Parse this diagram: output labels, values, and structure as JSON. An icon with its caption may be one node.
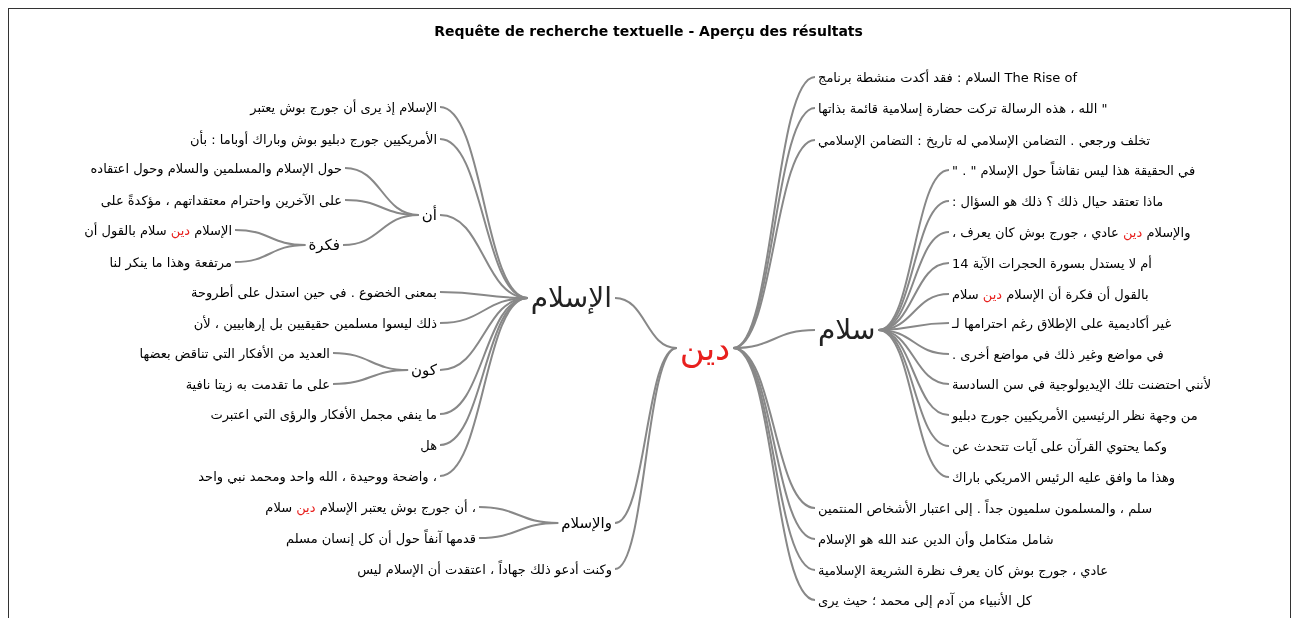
{
  "diagram": {
    "title": "Requête de recherche textuelle - Aperçu des résultats",
    "nodes": [
      {
        "text": [
          "دين"
        ]
      },
      {
        "text": [
          "الإسلام"
        ]
      },
      {
        "text": [
          "الإسلام إذ يرى أن جورج بوش يعتبر"
        ]
      },
      {
        "text": [
          "الأمريكيين جورج دبليو بوش وباراك أوباما : بأن"
        ]
      },
      {
        "text": [
          "أن"
        ]
      },
      {
        "text": [
          "حول الإسلام والمسلمين والسلام وحول اعتقاده"
        ]
      },
      {
        "text": [
          "على الآخرين واحترام معتقداتهم ، مؤكدةً على"
        ]
      },
      {
        "text": [
          "فكرة"
        ]
      },
      {
        "text": [
          "الإسلام دين سلام بالقول أن"
        ]
      },
      {
        "text": [
          "مرتفعة وهذا ما ينكر لنا"
        ]
      },
      {
        "text": [
          "بمعنى الخضوع . في حين استدل على أطروحة"
        ]
      },
      {
        "text": [
          "ذلك ليسوا مسلمين حقيقيين بل إرهابيين ، لأن"
        ]
      },
      {
        "text": [
          "كون"
        ]
      },
      {
        "text": [
          "العديد من الأفكار التي تناقض بعضها"
        ]
      },
      {
        "text": [
          "على ما تقدمت به زيتا نافية"
        ]
      },
      {
        "text": [
          "ما ينفي مجمل الأفكار والرؤى التي اعتبرت"
        ]
      },
      {
        "text": [
          "هل"
        ]
      },
      {
        "text": [
          "، واضحة ووحيدة ، الله واحد ومحمد نبي واحد"
        ]
      },
      {
        "text": [
          "والإسلام"
        ]
      },
      {
        "text": [
          "، أن جورج بوش يعتبر الإسلام دين سلام"
        ]
      },
      {
        "text": [
          "قدمها آنفاً حول أن كل إنسان مسلم"
        ]
      },
      {
        "text": [
          "وكنت أدعو ذلك جهاداً ، اعتقدت أن الإسلام ليس"
        ]
      },
      {
        "text": [
          "The Rise of السلام : فقد أكدت منشطة برنامج"
        ]
      },
      {
        "text": [
          "\" الله ، هذه الرسالة تركت حضارة إسلامية قائمة بذاتها"
        ]
      },
      {
        "text": [
          "تخلف ورجعي . التضامن الإسلامي له تاريخ : التضامن الإسلامي"
        ]
      },
      {
        "text": [
          "سلام"
        ]
      },
      {
        "text": [
          "في الحقيقة هذا ليس نقاشاً حول الإسلام \" . \""
        ]
      },
      {
        "text": [
          "ماذا تعتقد حيال ذلك ؟ ذلك هو السؤال :"
        ]
      },
      {
        "text": [
          "والإسلام دين عادي ، جورج بوش كان يعرف ،"
        ]
      },
      {
        "text": [
          "أم لا يستدل بسورة الحجرات الآية 14"
        ]
      },
      {
        "text": [
          "بالقول أن فكرة أن الإسلام دين سلام"
        ]
      },
      {
        "text": [
          "غير أكاديمية على الإطلاق رغم احترامها لـ"
        ]
      },
      {
        "text": [
          "في مواضع وغير ذلك في مواضع أخرى ."
        ]
      },
      {
        "text": [
          "لأنني احتضنت تلك الإيديولوجية في سن السادسة"
        ]
      },
      {
        "text": [
          "من وجهة نظر الرئيسين الأمريكيين جورج دبليو"
        ]
      },
      {
        "text": [
          "وكما يحتوي القرآن على آيات تتحدث عن"
        ]
      },
      {
        "text": [
          "وهذا ما وافق عليه الرئيس الامريكي باراك"
        ]
      },
      {
        "text": [
          "سلم ، والمسلمون سلميون جداً . إلى اعتبار الأشخاص المنتمين"
        ]
      },
      {
        "text": [
          "شامل متكامل وأن الدين عند الله هو الإسلام"
        ]
      },
      {
        "text": [
          "عادي ، جورج بوش كان يعرف نظرة الشريعة الإسلامية"
        ]
      },
      {
        "text": [
          "كل الأنبياء من آدم إلى محمد ؛ حيث يرى"
        ]
      }
    ],
    "edges": [
      {
        "from": 0,
        "to": 1,
        "arrow": "none"
      },
      {
        "from": 1,
        "to": 2,
        "arrow": "none"
      },
      {
        "from": 1,
        "to": 3,
        "arrow": "none"
      },
      {
        "from": 1,
        "to": 4,
        "arrow": "none"
      },
      {
        "from": 4,
        "to": 5,
        "arrow": "none"
      },
      {
        "from": 4,
        "to": 6,
        "arrow": "none"
      },
      {
        "from": 4,
        "to": 7,
        "arrow": "none"
      },
      {
        "from": 7,
        "to": 8,
        "arrow": "none"
      },
      {
        "from": 7,
        "to": 9,
        "arrow": "none"
      },
      {
        "from": 1,
        "to": 10,
        "arrow": "none"
      },
      {
        "from": 1,
        "to": 11,
        "arrow": "none"
      },
      {
        "from": 1,
        "to": 12,
        "arrow": "none"
      },
      {
        "from": 12,
        "to": 13,
        "arrow": "none"
      },
      {
        "from": 12,
        "to": 14,
        "arrow": "none"
      },
      {
        "from": 1,
        "to": 15,
        "arrow": "none"
      },
      {
        "from": 1,
        "to": 16,
        "arrow": "none"
      },
      {
        "from": 1,
        "to": 17,
        "arrow": "none"
      },
      {
        "from": 0,
        "to": 18,
        "arrow": "none"
      },
      {
        "from": 18,
        "to": 19,
        "arrow": "none"
      },
      {
        "from": 18,
        "to": 20,
        "arrow": "none"
      },
      {
        "from": 0,
        "to": 21,
        "arrow": "none"
      },
      {
        "from": 0,
        "to": 22,
        "arrow": "none"
      },
      {
        "from": 0,
        "to": 23,
        "arrow": "none"
      },
      {
        "from": 0,
        "to": 24,
        "arrow": "none"
      },
      {
        "from": 0,
        "to": 25,
        "arrow": "none"
      },
      {
        "from": 25,
        "to": 26,
        "arrow": "none"
      },
      {
        "from": 25,
        "to": 27,
        "arrow": "none"
      },
      {
        "from": 25,
        "to": 28,
        "arrow": "none"
      },
      {
        "from": 25,
        "to": 29,
        "arrow": "none"
      },
      {
        "from": 25,
        "to": 30,
        "arrow": "none"
      },
      {
        "from": 25,
        "to": 31,
        "arrow": "none"
      },
      {
        "from": 25,
        "to": 32,
        "arrow": "none"
      },
      {
        "from": 25,
        "to": 33,
        "arrow": "none"
      },
      {
        "from": 25,
        "to": 34,
        "arrow": "none"
      },
      {
        "from": 25,
        "to": 35,
        "arrow": "none"
      },
      {
        "from": 25,
        "to": 36,
        "arrow": "none"
      },
      {
        "from": 0,
        "to": 37,
        "arrow": "none"
      },
      {
        "from": 0,
        "to": 38,
        "arrow": "none"
      },
      {
        "from": 0,
        "to": 39,
        "arrow": "none"
      },
      {
        "from": 0,
        "to": 40,
        "arrow": "none"
      }
    ]
  }
}
